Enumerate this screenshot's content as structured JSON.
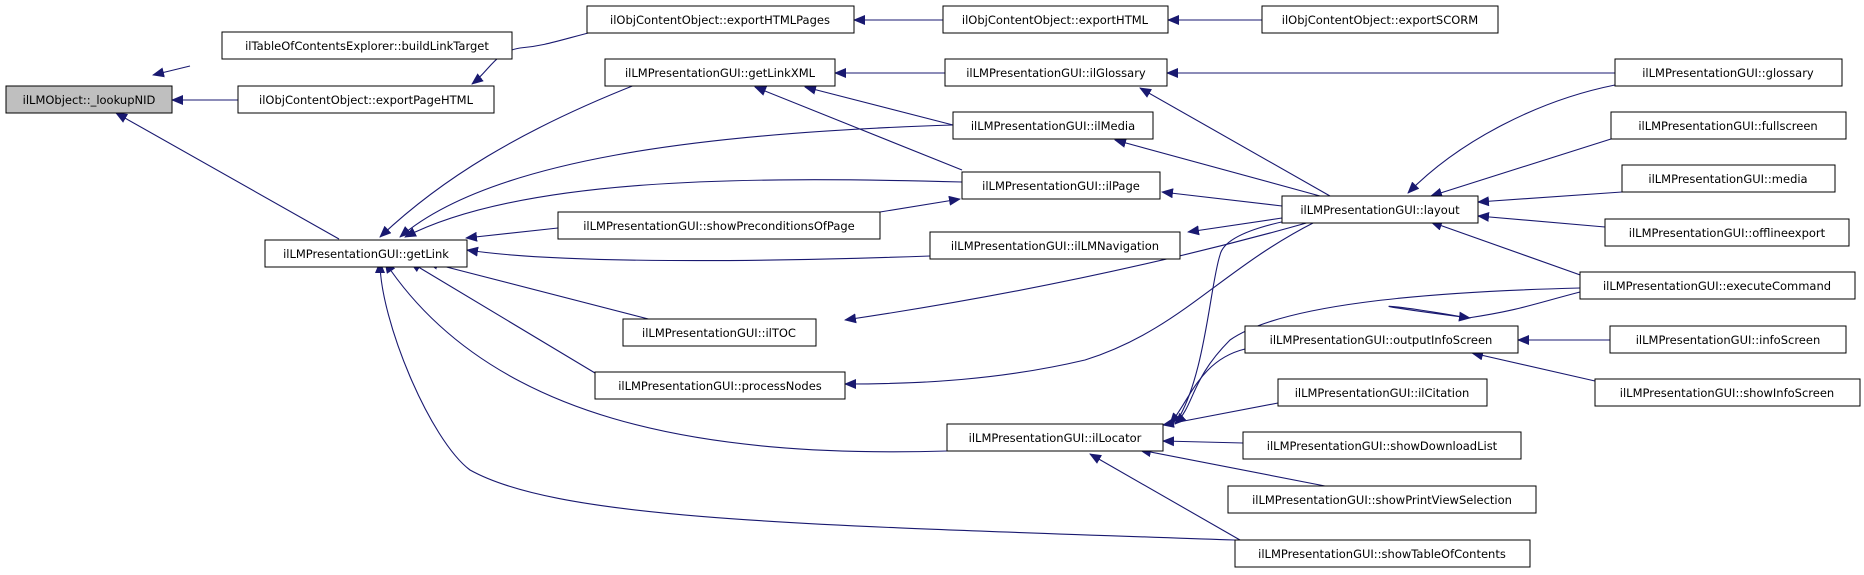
{
  "colors": {
    "edge": "#191970",
    "node_border": "#000000",
    "node_fill": "#ffffff",
    "root_fill": "#bfbfbf"
  },
  "nodes": [
    {
      "id": "n0",
      "label": "ilLMObject::_lookupNID",
      "root": true
    },
    {
      "id": "n1",
      "label": "ilTableOfContentsExplorer::buildLinkTarget"
    },
    {
      "id": "n2",
      "label": "ilObjContentObject::exportPageHTML"
    },
    {
      "id": "n3",
      "label": "ilLMPresentationGUI::getLink"
    },
    {
      "id": "n4",
      "label": "ilObjContentObject::exportHTMLPages"
    },
    {
      "id": "n5",
      "label": "ilObjContentObject::exportHTML"
    },
    {
      "id": "n6",
      "label": "ilObjContentObject::exportSCORM"
    },
    {
      "id": "n7",
      "label": "ilLMPresentationGUI::getLinkXML"
    },
    {
      "id": "n8",
      "label": "ilLMPresentationGUI::ilGlossary"
    },
    {
      "id": "n9",
      "label": "ilLMPresentationGUI::glossary"
    },
    {
      "id": "n10",
      "label": "ilLMPresentationGUI::ilMedia"
    },
    {
      "id": "n11",
      "label": "ilLMPresentationGUI::fullscreen"
    },
    {
      "id": "n12",
      "label": "ilLMPresentationGUI::ilPage"
    },
    {
      "id": "n13",
      "label": "ilLMPresentationGUI::media"
    },
    {
      "id": "n14",
      "label": "ilLMPresentationGUI::layout"
    },
    {
      "id": "n15",
      "label": "ilLMPresentationGUI::showPreconditionsOfPage"
    },
    {
      "id": "n16",
      "label": "ilLMPresentationGUI::offlineexport"
    },
    {
      "id": "n17",
      "label": "ilLMPresentationGUI::ilLMNavigation"
    },
    {
      "id": "n18",
      "label": "ilLMPresentationGUI::executeCommand"
    },
    {
      "id": "n19",
      "label": "ilLMPresentationGUI::ilTOC"
    },
    {
      "id": "n20",
      "label": "ilLMPresentationGUI::outputInfoScreen"
    },
    {
      "id": "n21",
      "label": "ilLMPresentationGUI::infoScreen"
    },
    {
      "id": "n22",
      "label": "ilLMPresentationGUI::processNodes"
    },
    {
      "id": "n23",
      "label": "ilLMPresentationGUI::showInfoScreen"
    },
    {
      "id": "n24",
      "label": "ilLMPresentationGUI::ilCitation"
    },
    {
      "id": "n25",
      "label": "ilLMPresentationGUI::ilLocator"
    },
    {
      "id": "n26",
      "label": "ilLMPresentationGUI::showDownloadList"
    },
    {
      "id": "n27",
      "label": "ilLMPresentationGUI::showPrintViewSelection"
    },
    {
      "id": "n28",
      "label": "ilLMPresentationGUI::showTableOfContents"
    }
  ]
}
